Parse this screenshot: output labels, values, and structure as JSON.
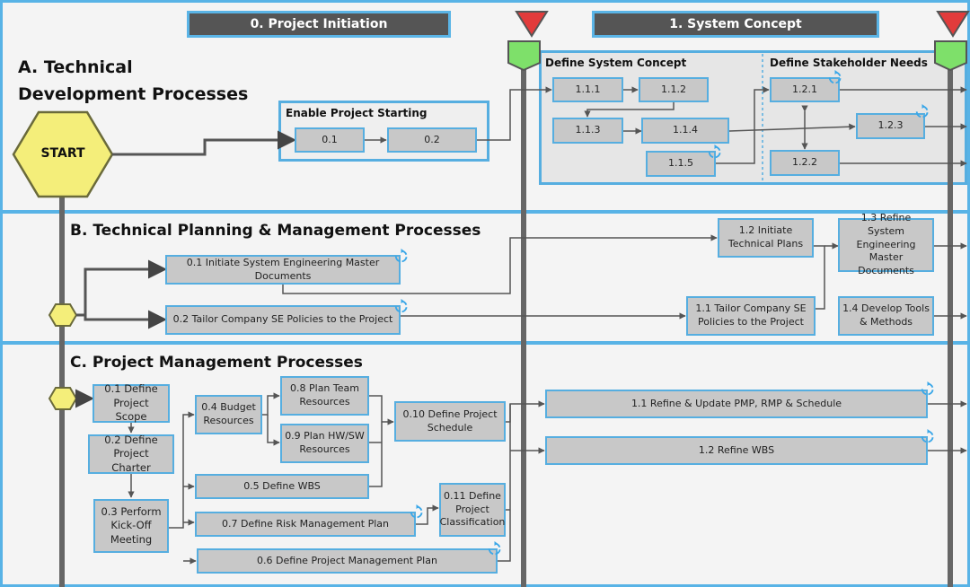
{
  "phases": [
    {
      "label": "0. Project Initiation"
    },
    {
      "label": "1. System Concept"
    }
  ],
  "lanes": {
    "a": {
      "title_line1": "A. Technical",
      "title_line2": "Development Processes"
    },
    "b": {
      "title": "B. Technical Planning & Management Processes"
    },
    "c": {
      "title": "C. Project Management Processes"
    }
  },
  "start": {
    "label": "START"
  },
  "groups": {
    "enable": {
      "title": "Enable Project Starting",
      "items": [
        "0.1",
        "0.2"
      ]
    },
    "concept": {
      "title": "Define System Concept",
      "items": [
        "1.1.1",
        "1.1.2",
        "1.1.3",
        "1.1.4",
        "1.1.5"
      ]
    },
    "stakeholder": {
      "title": "Define Stakeholder Needs",
      "items": [
        "1.2.1",
        "1.2.2",
        "1.2.3"
      ]
    }
  },
  "lane_b": {
    "p01": "0.1 Initiate System Engineering Master Documents",
    "p02": "0.2 Tailor Company SE Policies to the Project",
    "p12": "1.2 Initiate Technical Plans",
    "p11": "1.1 Tailor Company SE Policies to the Project",
    "p13": "1.3 Refine System Engineering Master Documents",
    "p14": "1.4 Develop Tools & Methods"
  },
  "lane_c": {
    "p01": "0.1 Define Project Scope",
    "p02": "0.2 Define Project Charter",
    "p03": "0.3 Perform Kick-Off Meeting",
    "p04": "0.4 Budget Resources",
    "p08": "0.8 Plan Team Resources",
    "p09": "0.9 Plan HW/SW Resources",
    "p010": "0.10 Define Project Schedule",
    "p05": "0.5 Define WBS",
    "p07": "0.7 Define Risk Management Plan",
    "p011": "0.11 Define Project Classification",
    "p06": "0.6 Define Project Management Plan",
    "p11": "1.1 Refine & Update PMP, RMP & Schedule",
    "p12": "1.2  Refine WBS"
  },
  "colors": {
    "lane_border": "#58b3e6",
    "box_fill": "#c8c8c8",
    "gate_red": "#e23b3b",
    "gate_green": "#7ee06a",
    "start_yellow": "#f4ee7a"
  }
}
